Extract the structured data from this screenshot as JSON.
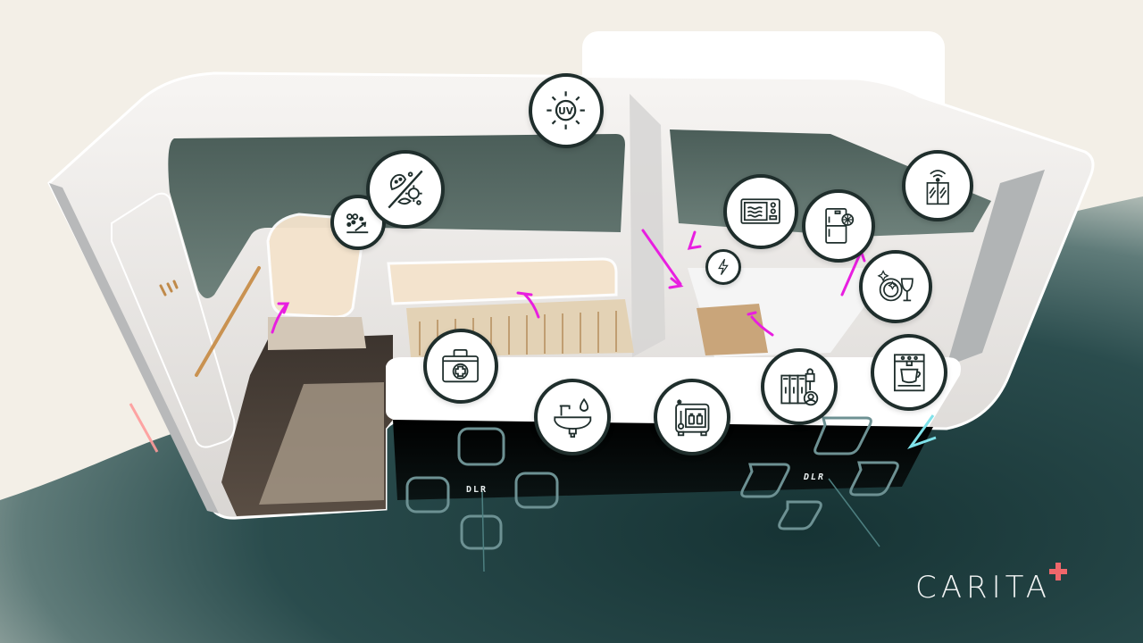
{
  "brand": {
    "name": "CARITA",
    "accent_symbol": "+",
    "accent_color": "#f0676b",
    "text_color": "#f2f4f4"
  },
  "colors": {
    "background_light": "#f3efe7",
    "background_teal": "#1f3c3d",
    "icon_border": "#1f2e2c",
    "annotation_magenta": "#e81ee0",
    "seat_glow": "#fff4e6"
  },
  "labels": {
    "dlr_left": "DLR",
    "dlr_right": "DLR"
  },
  "features": [
    {
      "id": "uv",
      "name": "uv-disinfection-icon",
      "text": "UV"
    },
    {
      "id": "airflow",
      "name": "particle-filter-icon"
    },
    {
      "id": "antibacterial",
      "name": "anti-bacterial-icon"
    },
    {
      "id": "microwave",
      "name": "microwave-icon"
    },
    {
      "id": "fridge",
      "name": "refrigerator-icon"
    },
    {
      "id": "smart-window",
      "name": "smart-window-wifi-icon"
    },
    {
      "id": "power",
      "name": "power-outlet-icon"
    },
    {
      "id": "dishes",
      "name": "dishwasher-icon"
    },
    {
      "id": "coffee",
      "name": "coffee-machine-icon"
    },
    {
      "id": "lockers",
      "name": "secure-lockers-icon"
    },
    {
      "id": "first-aid",
      "name": "first-aid-kit-icon"
    },
    {
      "id": "sink",
      "name": "sink-water-icon"
    },
    {
      "id": "medicine-fridge",
      "name": "medicine-cooler-icon"
    }
  ]
}
